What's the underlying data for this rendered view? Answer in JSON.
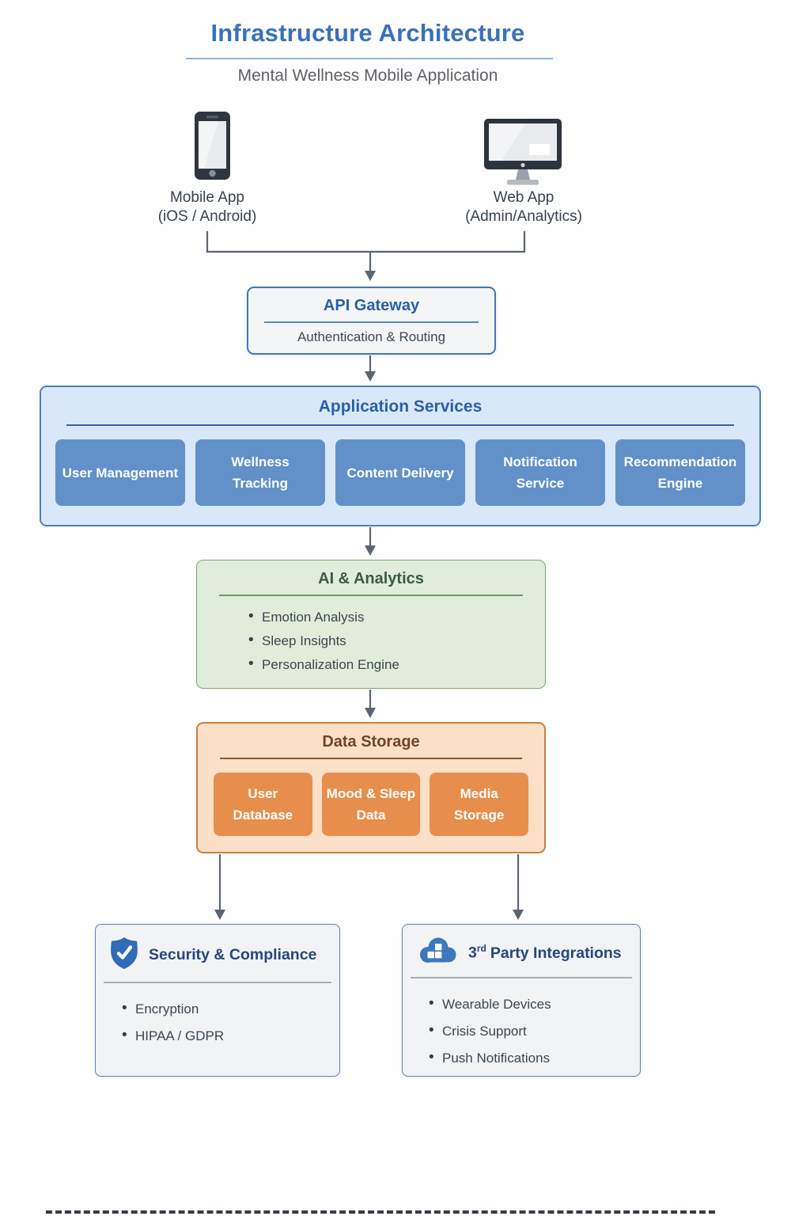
{
  "header": {
    "title": "Infrastructure Architecture",
    "subtitle": "Mental Wellness Mobile Application"
  },
  "clients": {
    "mobile": {
      "icon": "smartphone-icon",
      "label": "Mobile App",
      "sublabel": "(iOS / Android)"
    },
    "web": {
      "icon": "desktop-icon",
      "label": "Web App",
      "sublabel": "(Admin/Analytics)"
    }
  },
  "api_gateway": {
    "title": "API Gateway",
    "subtitle": "Authentication & Routing"
  },
  "application_services": {
    "title": "Application Services",
    "services": [
      "User Management",
      "Wellness Tracking",
      "Content Delivery",
      "Notification Service",
      "Recommendation Engine"
    ]
  },
  "ai_analytics": {
    "title": "AI & Analytics",
    "items": [
      "Emotion Analysis",
      "Sleep Insights",
      "Personalization Engine"
    ]
  },
  "data_storage": {
    "title": "Data Storage",
    "stores": [
      "User Database",
      "Mood & Sleep Data",
      "Media Storage"
    ]
  },
  "security": {
    "icon": "shield-check-icon",
    "title": "Security & Compliance",
    "items": [
      "Encryption",
      "HIPAA / GDPR"
    ]
  },
  "integrations": {
    "icon": "cloud-apps-icon",
    "title_number": "3",
    "title_ordinal": "rd",
    "title_rest": "Party Integrations",
    "items": [
      "Wearable Devices",
      "Crisis Support",
      "Push Notifications"
    ]
  },
  "colors": {
    "accent_blue": "#3a72b8",
    "box_title_blue": "#2b5ea7",
    "services_bg": "#d9e8f8",
    "service_tile": "#6191c8",
    "ai_bg": "#e0edda",
    "ai_border": "#7fa371",
    "storage_bg": "#fbdfc6",
    "storage_tile": "#e78e4d",
    "panel_bg": "#f2f3f5",
    "panel_border": "#5b82b5",
    "connector_gray": "#5b6472"
  }
}
